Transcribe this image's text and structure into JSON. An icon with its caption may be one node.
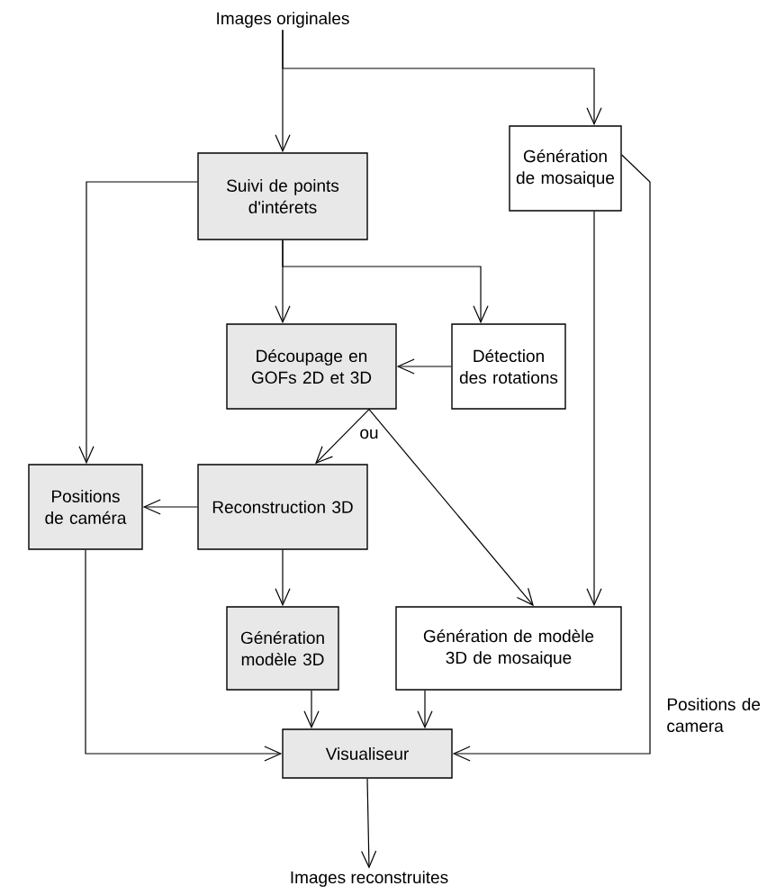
{
  "diagram": {
    "nodes": [
      {
        "text": [
          "Images originales"
        ]
      },
      {
        "text": [
          "Suivi de points d'intérets"
        ]
      },
      {
        "text": [
          "Génération de mosaique"
        ]
      },
      {
        "text": [
          "Découpage en GOFs 2D et 3D"
        ]
      },
      {
        "text": [
          "Détection des rotations"
        ]
      },
      {
        "text": [
          "Positions de caméra"
        ]
      },
      {
        "text": [
          "Reconstruction 3D"
        ]
      },
      {
        "text": [
          "Génération modèle 3D"
        ]
      },
      {
        "text": [
          "Génération de modèle 3D de mosaique"
        ]
      },
      {
        "text": [
          "Visualiseur"
        ]
      },
      {
        "text": [
          "Images reconstruites"
        ]
      }
    ],
    "edges": [
      {
        "from": 0,
        "to": 1,
        "arrow": "to"
      },
      {
        "from": 0,
        "to": 2,
        "arrow": "to"
      },
      {
        "from": 1,
        "to": 3,
        "arrow": "to"
      },
      {
        "from": 1,
        "to": 4,
        "arrow": "to"
      },
      {
        "from": 1,
        "to": 5,
        "arrow": "to"
      },
      {
        "from": 4,
        "to": 3,
        "arrow": "to"
      },
      {
        "from": 3,
        "to": 6,
        "arrow": "to",
        "label": "ou"
      },
      {
        "from": 3,
        "to": 8,
        "arrow": "to"
      },
      {
        "from": 6,
        "to": 5,
        "arrow": "to"
      },
      {
        "from": 6,
        "to": 7,
        "arrow": "to"
      },
      {
        "from": 2,
        "to": 8,
        "arrow": "to"
      },
      {
        "from": 2,
        "to": 9,
        "arrow": "to",
        "label": "Positions de camera"
      },
      {
        "from": 5,
        "to": 9,
        "arrow": "to"
      },
      {
        "from": 7,
        "to": 9,
        "arrow": "to"
      },
      {
        "from": 8,
        "to": 9,
        "arrow": "to"
      },
      {
        "from": 9,
        "to": 10,
        "arrow": "to"
      }
    ]
  }
}
